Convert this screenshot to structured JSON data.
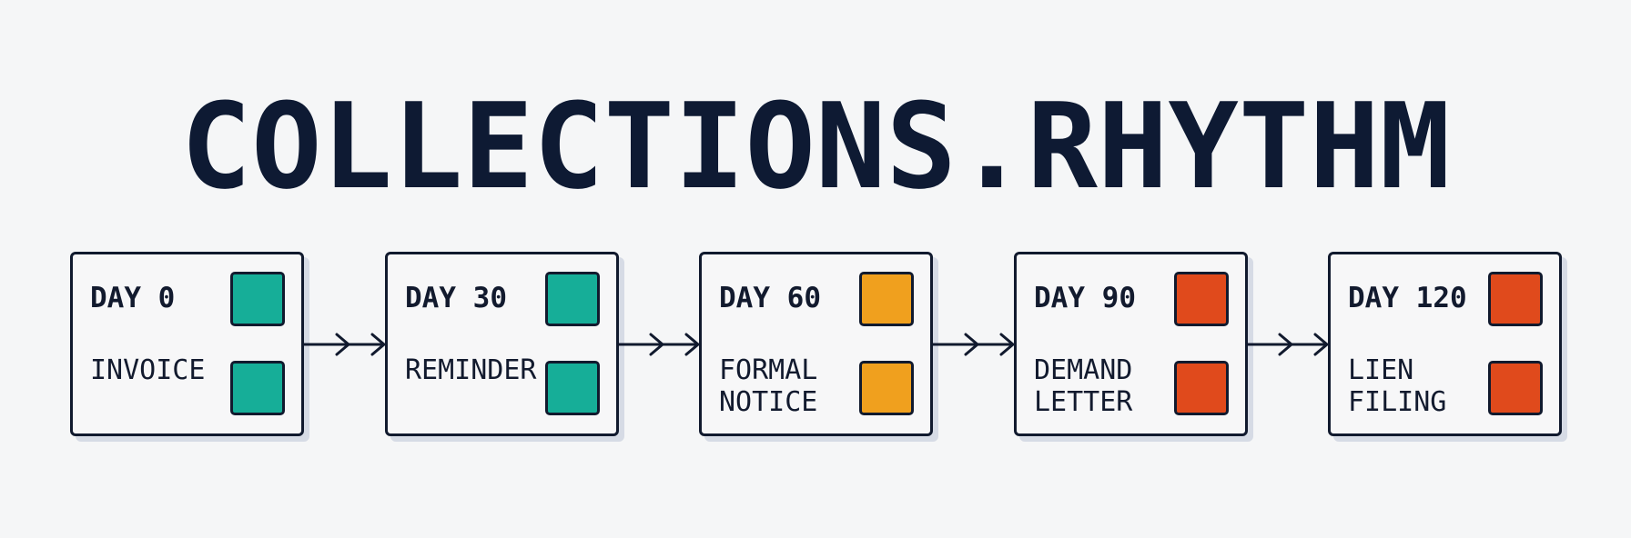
{
  "title": "COLLECTIONS.RHYTHM",
  "colors": {
    "background": "#f5f6f7",
    "ink": "#111a2e",
    "teal": "#16ae98",
    "orange": "#f0a01e",
    "red": "#e04a1c",
    "shadow": "#d6dbe5"
  },
  "stages": [
    {
      "day": "DAY 0",
      "label": "INVOICE",
      "color": "teal"
    },
    {
      "day": "DAY 30",
      "label": "REMINDER",
      "color": "teal"
    },
    {
      "day": "DAY 60",
      "label": "FORMAL\nNOTICE",
      "color": "orange"
    },
    {
      "day": "DAY 90",
      "label": "DEMAND\nLETTER",
      "color": "red"
    },
    {
      "day": "DAY 120",
      "label": "LIEN\nFILING",
      "color": "red"
    }
  ],
  "connectors": [
    {
      "from": "DAY 0",
      "to": "DAY 30",
      "icon": "double-chevron-arrow-icon"
    },
    {
      "from": "DAY 30",
      "to": "DAY 60",
      "icon": "double-chevron-arrow-icon"
    },
    {
      "from": "DAY 60",
      "to": "DAY 90",
      "icon": "double-chevron-arrow-icon"
    },
    {
      "from": "DAY 90",
      "to": "DAY 120",
      "icon": "double-chevron-arrow-icon"
    }
  ]
}
